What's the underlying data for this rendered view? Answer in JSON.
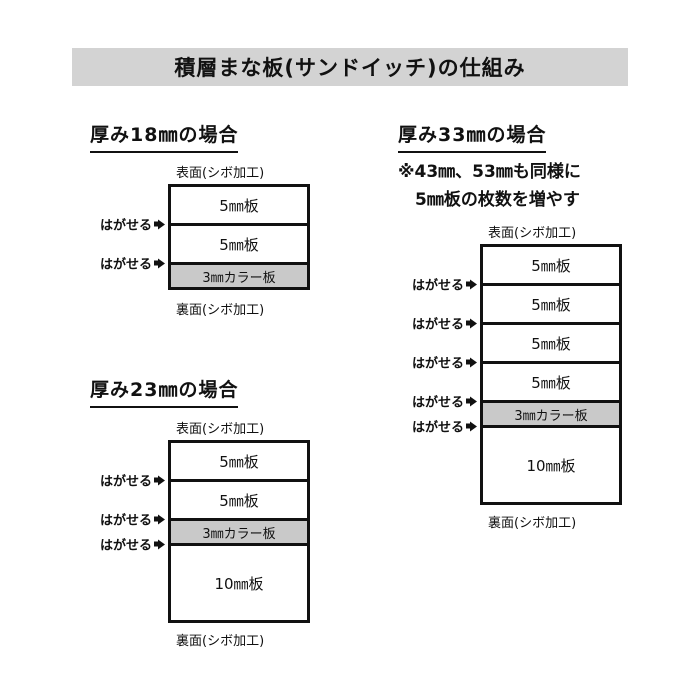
{
  "title": "積層まな板(サンドイッチ)の仕組み",
  "labels": {
    "front": "表面(シボ加工)",
    "back": "裏面(シボ加工)",
    "peel": "はがせる"
  },
  "icons": {
    "peel_arrow": "right-arrow-solid"
  },
  "colors": {
    "banner_bg": "#d3d3d3",
    "color_board_bg": "#c9c9c9",
    "line": "#111111"
  },
  "diagrams": [
    {
      "heading": "厚み18㎜の場合",
      "layers": [
        {
          "label": "5㎜板"
        },
        {
          "label": "5㎜板"
        },
        {
          "label": "3㎜カラー板"
        }
      ]
    },
    {
      "heading": "厚み23㎜の場合",
      "layers": [
        {
          "label": "5㎜板"
        },
        {
          "label": "5㎜板"
        },
        {
          "label": "3㎜カラー板"
        },
        {
          "label": "10㎜板"
        }
      ]
    },
    {
      "heading": "厚み33㎜の場合",
      "note_line1": "※43㎜、53㎜も同様に",
      "note_line2": "5㎜板の枚数を増やす",
      "layers": [
        {
          "label": "5㎜板"
        },
        {
          "label": "5㎜板"
        },
        {
          "label": "5㎜板"
        },
        {
          "label": "5㎜板"
        },
        {
          "label": "3㎜カラー板"
        },
        {
          "label": "10㎜板"
        }
      ]
    }
  ]
}
